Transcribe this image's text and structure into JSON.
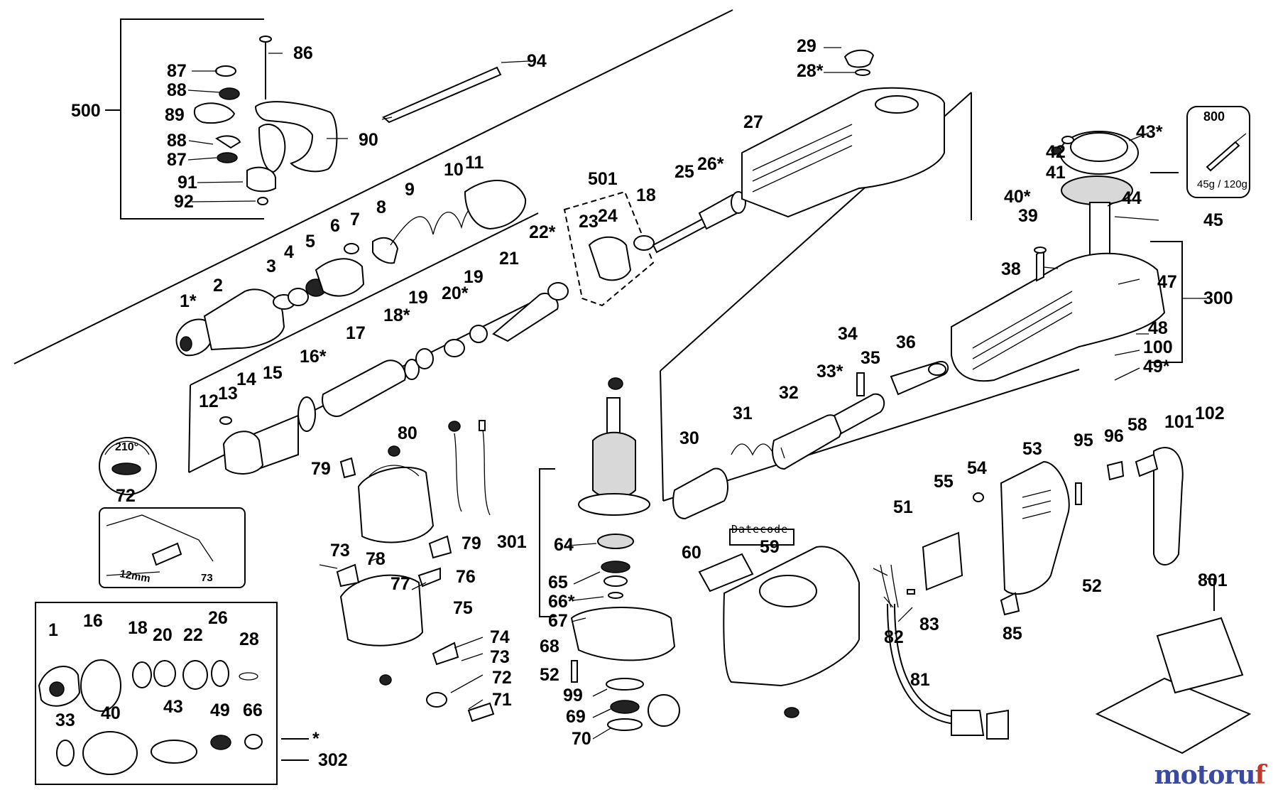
{
  "labels": [
    "86",
    "94",
    "500",
    "87",
    "88",
    "89",
    "88",
    "87",
    "90",
    "91",
    "92",
    "11",
    "10",
    "9",
    "8",
    "7",
    "6",
    "5",
    "4",
    "3",
    "2",
    "1*",
    "501",
    "23",
    "24",
    "18",
    "25",
    "26*",
    "27",
    "29",
    "28*",
    "800",
    "45g / 120g",
    "43*",
    "42",
    "41",
    "40*",
    "39",
    "44",
    "45",
    "22*",
    "21",
    "19",
    "20*",
    "19",
    "18*",
    "17",
    "16*",
    "15",
    "14",
    "13",
    "12",
    "210°",
    "72",
    "73",
    "80",
    "79",
    "79",
    "78",
    "73",
    "77",
    "76",
    "75",
    "74",
    "73",
    "72",
    "71",
    "301",
    "64",
    "65",
    "66*",
    "67",
    "68",
    "52",
    "99",
    "69",
    "70",
    "38",
    "47",
    "300",
    "48",
    "100",
    "49*",
    "34",
    "36",
    "33*",
    "35",
    "32",
    "31",
    "30",
    "Datecode",
    "60",
    "59",
    "58",
    "101",
    "102",
    "95",
    "96",
    "53",
    "54",
    "55",
    "51",
    "83",
    "82",
    "81",
    "85",
    "52",
    "801",
    "1",
    "16",
    "18",
    "20",
    "22",
    "26",
    "28",
    "33",
    "40",
    "43",
    "49",
    "66",
    "*",
    "302",
    "12mm"
  ],
  "watermark": {
    "part1": "motoru",
    "part2": "f"
  }
}
